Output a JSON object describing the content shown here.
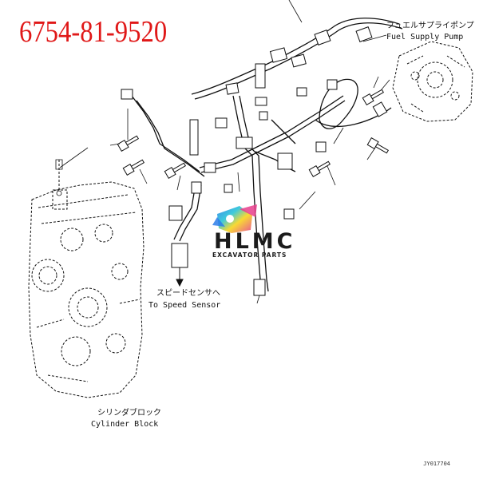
{
  "part_number": "6754-81-9520",
  "labels": {
    "fuel_pump_jp": "フュエルサプライポンプ",
    "fuel_pump_en": "Fuel Supply Pump",
    "speed_sensor_jp": "スピードセンサへ",
    "speed_sensor_en": "To Speed Sensor",
    "cylinder_block_jp": "シリンダブロック",
    "cylinder_block_en": "Cylinder Block"
  },
  "watermark": {
    "name": "HLMC",
    "subtitle": "EXCAVATOR PARTS"
  },
  "reference_code": "JY017704",
  "colors": {
    "part_number": "#e01818",
    "line": "#111111"
  }
}
